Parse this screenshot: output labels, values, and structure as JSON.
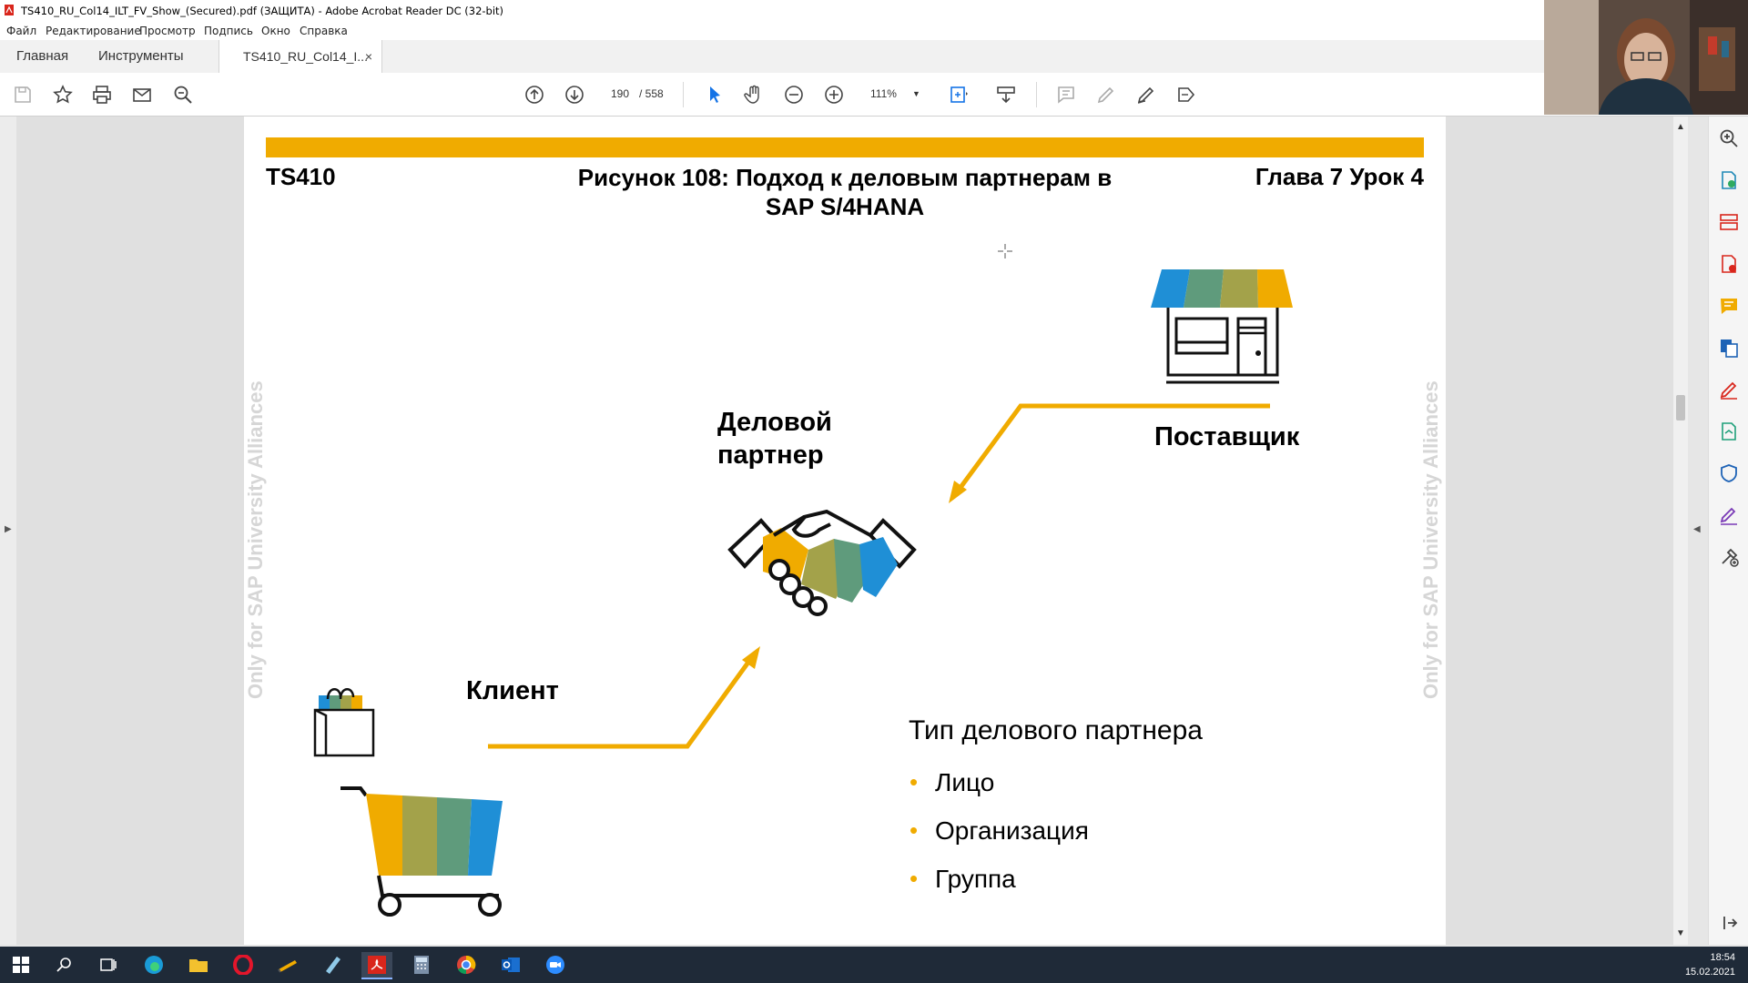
{
  "window": {
    "title": "TS410_RU_Col14_ILT_FV_Show_(Secured).pdf (ЗАЩИТА) - Adobe Acrobat Reader DC (32-bit)"
  },
  "menu": [
    "Файл",
    "Редактирование",
    "Просмотр",
    "Подпись",
    "Окно",
    "Справка"
  ],
  "tabs": {
    "home": "Главная",
    "tools": "Инструменты",
    "document": "TS410_RU_Col14_I...",
    "close": "×"
  },
  "toolbar": {
    "page_current": "190",
    "page_total": "/ 558",
    "zoom": "111%"
  },
  "document": {
    "header_left": "TS410",
    "header_title_line1": "Рисунок 108: Подход к деловым партнерам в",
    "header_title_line2": "SAP S/4HANA",
    "header_right": "Глава 7 Урок 4",
    "watermark": "Only for SAP University Alliances",
    "bp_label_line1": "Деловой",
    "bp_label_line2": "партнер",
    "supplier_label": "Поставщик",
    "client_label": "Клиент",
    "types_heading": "Тип делового партнера",
    "types": [
      "Лицо",
      "Организация",
      "Группа"
    ],
    "accent_color": "#f0ab00",
    "palette": [
      "#f0ab00",
      "#a3a24a",
      "#5f9b7c",
      "#1f8fd6"
    ]
  },
  "taskbar": {
    "time": "18:54",
    "date": "15.02.2021"
  }
}
